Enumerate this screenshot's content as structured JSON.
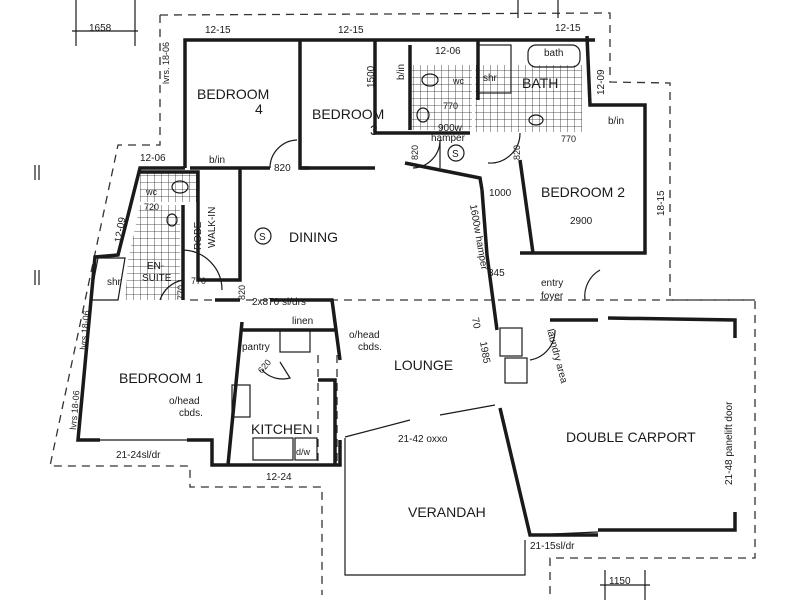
{
  "plan": {
    "rooms": {
      "bedroom4": "BEDROOM",
      "bedroom4_num": "4",
      "bedroom3": "BEDROOM",
      "bedroom3_num": "3",
      "bedroom2": "BEDROOM  2",
      "bedroom1": "BEDROOM  1",
      "bath": "BATH",
      "dining": "DINING",
      "ensuite_1": "EN-",
      "ensuite_2": "SUITE",
      "robe_1": "ROBE",
      "robe_2": "WALK-IN",
      "lounge": "LOUNGE",
      "kitchen": "KITCHEN",
      "verandah": "VERANDAH",
      "carport": "DOUBLE  CARPORT",
      "entry_1": "entry",
      "entry_2": "foyer",
      "laundry": "laundry area",
      "linen": "linen",
      "pantry": "pantry"
    },
    "fixtures": {
      "shr_bath": "shr",
      "bath_tub": "bath",
      "wc_bath": "wc",
      "shr_ensuite": "shr",
      "wc_ensuite": "wc",
      "bin_bed4": "b/in",
      "bin_bed3": "b/in",
      "bin_bed2": "b/in",
      "hamper_900_1": "900w",
      "hamper_900_2": "hamper",
      "hamper_1600": "1600w hamper",
      "ohead_1a": "o/head",
      "ohead_1b": "cbds.",
      "ohead_2a": "o/head",
      "ohead_2b": "cbds.",
      "dw": "d/w",
      "smoke": "S"
    },
    "dimensions": {
      "d1658": "1658",
      "d1150": "1150",
      "d1500": "1500",
      "d2900": "2900",
      "d1000": "1000",
      "d345": "345",
      "d70": "70",
      "d1985": "1985",
      "w_bed4": "12-15",
      "w_bed3": "12-15",
      "w_bath": "12-15",
      "w_wc": "12-06",
      "w_ens": "12-06",
      "w_bath_side": "12-09",
      "w_ens_side": "12-09",
      "w_bed2_side": "18-15",
      "lvrs_bed4": "lvrs. 18-06",
      "lvrs_bed1a": "lvrs 18-06",
      "lvrs_bed1b": "lvrs 18-06",
      "door_820_a": "820",
      "door_820_b": "820",
      "door_820_c": "820",
      "door_820_d": "820",
      "door_770_a": "770",
      "door_770_b": "770",
      "door_770_c": "770",
      "door_770_d": "770",
      "door_720": "720",
      "door_620": "620",
      "sl_drs": "2x870 sl/drs",
      "oxxo": "21-42 oxxo",
      "bed1_sldr": "21-24sl/dr",
      "kitchen_win": "12-24",
      "carport_sldr": "21-15sl/dr",
      "panelift": "21-48 panelift door"
    }
  }
}
